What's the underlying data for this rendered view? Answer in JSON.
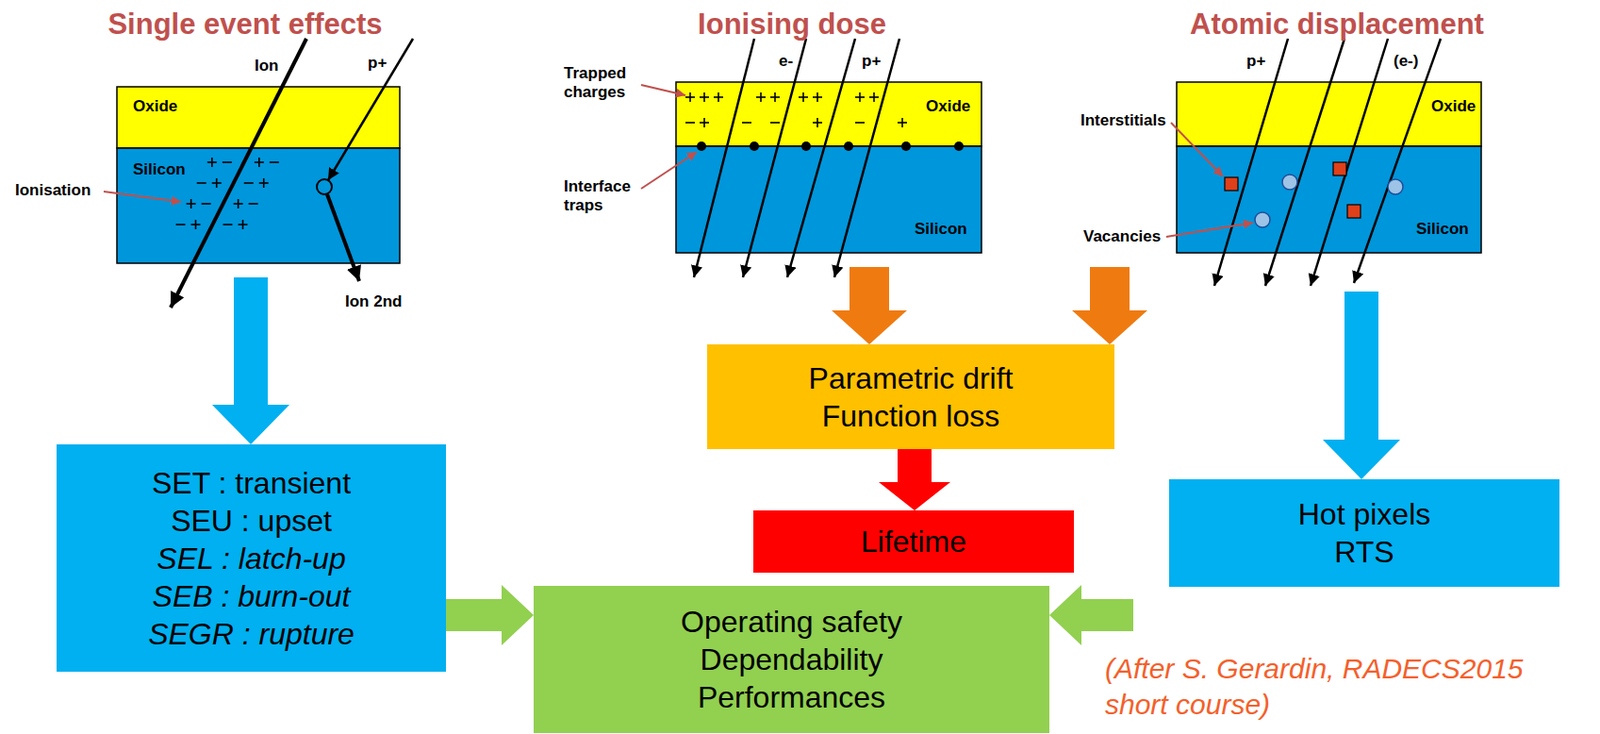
{
  "diagram": {
    "nodes": [
      {
        "text": [
          "Single event effects",
          "Oxide",
          "Silicon"
        ]
      },
      {
        "text": [
          "Ionising dose",
          "Oxide",
          "Silicon"
        ]
      },
      {
        "text": [
          "Atomic displacement",
          "Oxide",
          "Silicon"
        ]
      },
      {
        "text": [
          "SET : transient",
          "SEU : upset",
          "SEL : latch-up",
          "SEB : burn-out",
          "SEGR : rupture"
        ]
      },
      {
        "text": [
          "Parametric drift",
          "Function loss"
        ]
      },
      {
        "text": [
          "Lifetime"
        ]
      },
      {
        "text": [
          "Hot pixels",
          "RTS"
        ]
      },
      {
        "text": [
          "Operating safety",
          "Dependability",
          "Performances"
        ]
      }
    ],
    "edges": [
      {
        "from": 0,
        "to": 3,
        "arrow": "to"
      },
      {
        "from": 1,
        "to": 4,
        "arrow": "to"
      },
      {
        "from": 2,
        "to": 4,
        "arrow": "to"
      },
      {
        "from": 2,
        "to": 6,
        "arrow": "to"
      },
      {
        "from": 4,
        "to": 5,
        "arrow": "to"
      },
      {
        "from": 3,
        "to": 7,
        "arrow": "to"
      },
      {
        "from": 6,
        "to": 7,
        "arrow": "to"
      }
    ],
    "labels": [
      "Ion",
      "p+",
      "Ionisation",
      "Ion 2nd",
      "Trapped charges",
      "Interface traps",
      "e-",
      "p+",
      "p+",
      "(e-)",
      "Interstitials",
      "Vacancies",
      "(After S. Gerardin, RADECS2015 short course)"
    ]
  }
}
